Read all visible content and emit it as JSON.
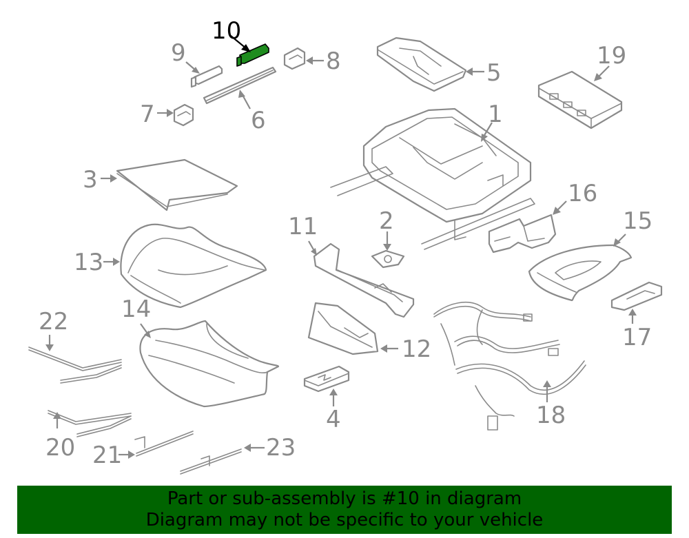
{
  "callouts": [
    {
      "id": "label-1",
      "text": "1"
    },
    {
      "id": "label-2",
      "text": "2"
    },
    {
      "id": "label-3",
      "text": "3"
    },
    {
      "id": "label-4",
      "text": "4"
    },
    {
      "id": "label-5",
      "text": "5"
    },
    {
      "id": "label-6",
      "text": "6"
    },
    {
      "id": "label-7",
      "text": "7"
    },
    {
      "id": "label-8",
      "text": "8"
    },
    {
      "id": "label-9",
      "text": "9"
    },
    {
      "id": "label-10",
      "text": "10"
    },
    {
      "id": "label-11",
      "text": "11"
    },
    {
      "id": "label-12",
      "text": "12"
    },
    {
      "id": "label-13",
      "text": "13"
    },
    {
      "id": "label-14",
      "text": "14"
    },
    {
      "id": "label-15",
      "text": "15"
    },
    {
      "id": "label-16",
      "text": "16"
    },
    {
      "id": "label-17",
      "text": "17"
    },
    {
      "id": "label-18",
      "text": "18"
    },
    {
      "id": "label-19",
      "text": "19"
    },
    {
      "id": "label-20",
      "text": "20"
    },
    {
      "id": "label-21",
      "text": "21"
    },
    {
      "id": "label-22",
      "text": "22"
    },
    {
      "id": "label-23",
      "text": "23"
    }
  ],
  "highlighted_part": "10",
  "banner": {
    "line1": "Part or sub-assembly is #10 in diagram",
    "line2": "Diagram may not be specific to your vehicle"
  },
  "colors": {
    "line_art": "#8a8a8a",
    "highlight_fill": "#1e8c1e",
    "banner_background": "#006400",
    "banner_text": "#000000"
  }
}
